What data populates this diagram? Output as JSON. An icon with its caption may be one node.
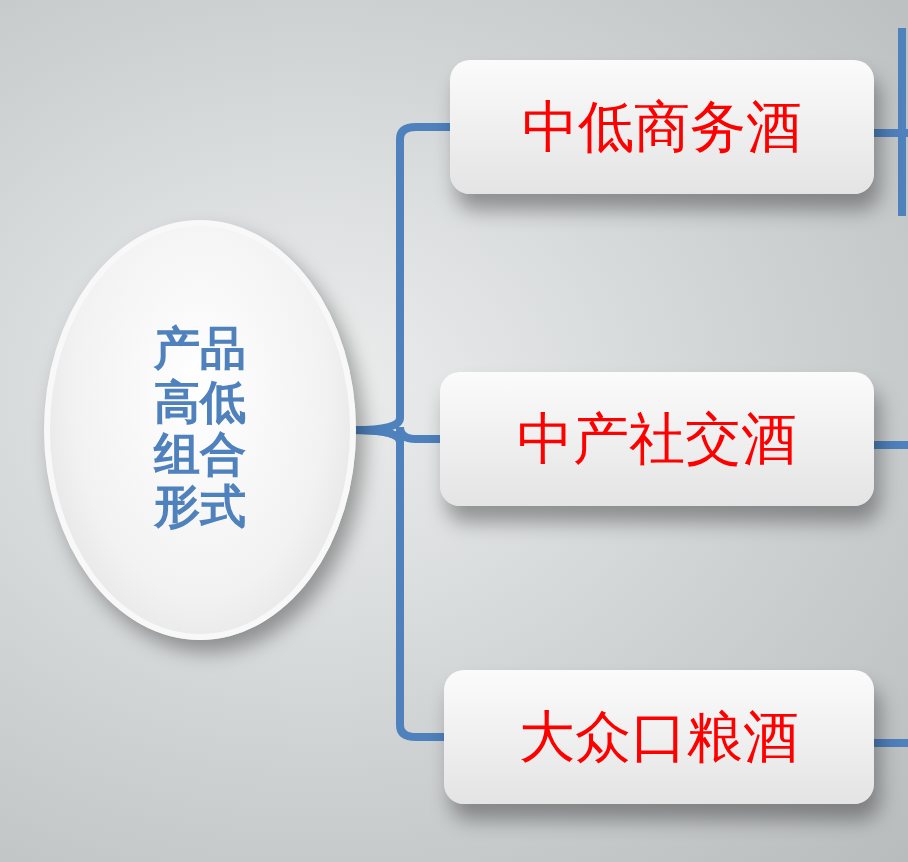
{
  "diagram": {
    "nodes": [
      {
        "text": [
          "产品高低组合形式"
        ]
      },
      {
        "text": [
          "中低商务酒"
        ]
      },
      {
        "text": [
          "中产社交酒"
        ]
      },
      {
        "text": [
          "大众口粮酒"
        ]
      }
    ],
    "edges": [
      {
        "from": 0,
        "to": 1,
        "arrow": "none"
      },
      {
        "from": 0,
        "to": 2,
        "arrow": "none"
      },
      {
        "from": 0,
        "to": 3,
        "arrow": "none"
      },
      {
        "from": 1,
        "to": null,
        "arrow": "none"
      },
      {
        "from": 2,
        "to": null,
        "arrow": "none"
      },
      {
        "from": 3,
        "to": null,
        "arrow": "none"
      }
    ]
  }
}
